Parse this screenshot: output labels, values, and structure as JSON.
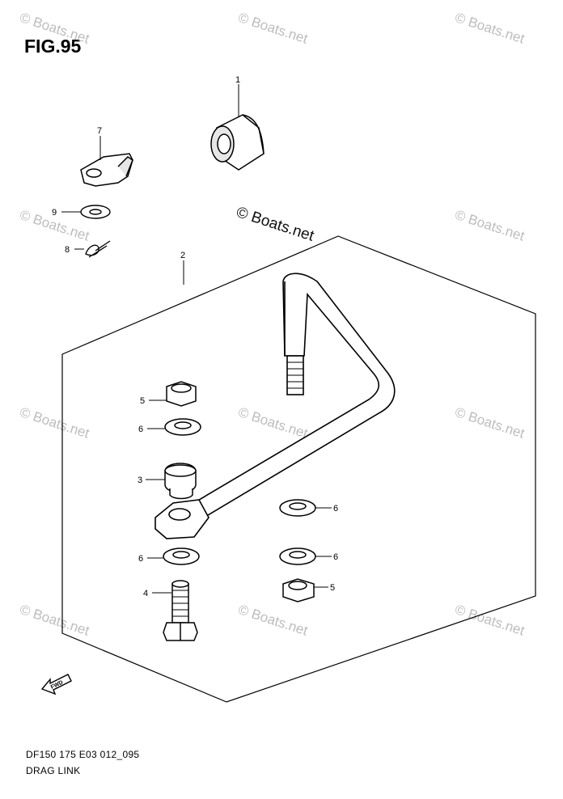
{
  "figure": {
    "title": "FIG.95",
    "code": "DF150 175 E03 012_095",
    "name": "DRAG LINK"
  },
  "watermark": {
    "text": "© Boats.net",
    "center_text": "© Boats.net"
  },
  "callouts": {
    "c1": "1",
    "c2": "2",
    "c3": "3",
    "c4": "4",
    "c5a": "5",
    "c5b": "5",
    "c6a": "6",
    "c6b": "6",
    "c6c": "6",
    "c6d": "6",
    "c7": "7",
    "c8": "8",
    "c9": "9"
  },
  "fwd_label": "FWD",
  "colors": {
    "line": "#000000",
    "watermark": "#bdbdbd"
  }
}
